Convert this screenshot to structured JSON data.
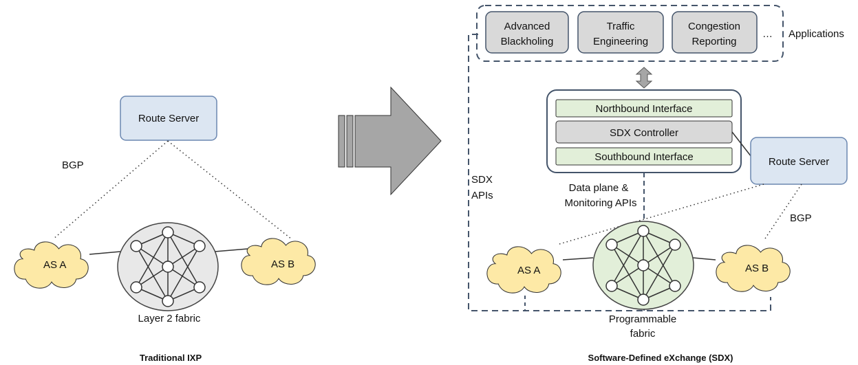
{
  "traditional": {
    "title": "Traditional IXP",
    "route_server": "Route Server",
    "bgp": "BGP",
    "as_a": "AS A",
    "as_b": "AS B",
    "fabric": "Layer 2 fabric"
  },
  "sdx": {
    "title": "Software-Defined eXchange (SDX)",
    "applications_label": "Applications",
    "ellipsis": "…",
    "apps": [
      {
        "line1": "Advanced",
        "line2": "Blackholing"
      },
      {
        "line1": "Traffic",
        "line2": "Engineering"
      },
      {
        "line1": "Congestion",
        "line2": "Reporting"
      }
    ],
    "northbound": "Northbound Interface",
    "controller": "SDX Controller",
    "southbound": "Southbound Interface",
    "route_server": "Route Server",
    "sdx_apis_line1": "SDX",
    "sdx_apis_line2": "APIs",
    "dataplane_line1": "Data plane &",
    "dataplane_line2": "Monitoring APIs",
    "bgp": "BGP",
    "as_a": "AS A",
    "as_b": "AS B",
    "fabric_line1": "Programmable",
    "fabric_line2": "fabric"
  },
  "colors": {
    "route_server_fill": "#dce6f2",
    "route_server_stroke": "#6b87b0",
    "cloud_fill": "#fde9a6",
    "l2_fabric_fill": "#e8e8e8",
    "prog_fabric_fill": "#e2efd9",
    "interface_fill": "#e2efd9",
    "controller_fill": "#d9d9d9",
    "app_fill": "#d9d9d9",
    "arrow_fill": "#a6a6a6"
  }
}
